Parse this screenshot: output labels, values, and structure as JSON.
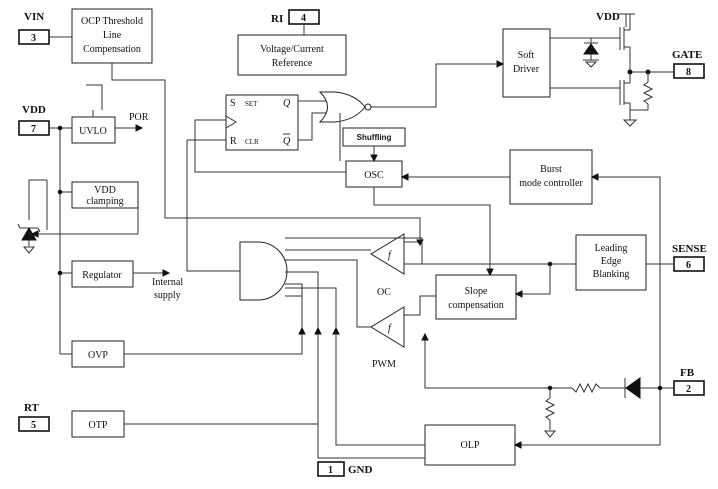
{
  "pins": {
    "vin": {
      "label": "VIN",
      "num": "3"
    },
    "vdd": {
      "label": "VDD",
      "num": "7"
    },
    "ri": {
      "label": "RI",
      "num": "4"
    },
    "gate": {
      "label": "GATE",
      "num": "8"
    },
    "sense": {
      "label": "SENSE",
      "num": "6"
    },
    "fb": {
      "label": "FB",
      "num": "2"
    },
    "rt": {
      "label": "RT",
      "num": "5"
    },
    "gnd": {
      "label": "GND",
      "num": "1"
    }
  },
  "blocks": {
    "ocp": [
      "OCP Threshold",
      "Line",
      "Compensation"
    ],
    "vref": [
      "Voltage/Current",
      "Reference"
    ],
    "soft_driver": [
      "Soft",
      "Driver"
    ],
    "uvlo": "UVLO",
    "vdd_clamp": [
      "VDD",
      "clamping"
    ],
    "shuffling": "Shuffling",
    "osc": "OSC",
    "burst": [
      "Burst",
      "mode controller"
    ],
    "leb": [
      "Leading",
      "Edge",
      "Blanking"
    ],
    "regulator": "Regulator",
    "slope": [
      "Slope",
      "compensation"
    ],
    "ovp": "OVP",
    "otp": "OTP",
    "olp": "OLP"
  },
  "labels": {
    "vdd_top": "VDD",
    "por": "POR",
    "internal_supply": [
      "Internal",
      "supply"
    ],
    "oc": "OC",
    "pwm": "PWM"
  },
  "flipflop": {
    "s": "S",
    "r": "R",
    "q": "Q",
    "qbar": "Q",
    "set": "SET",
    "clr": "CLR"
  }
}
